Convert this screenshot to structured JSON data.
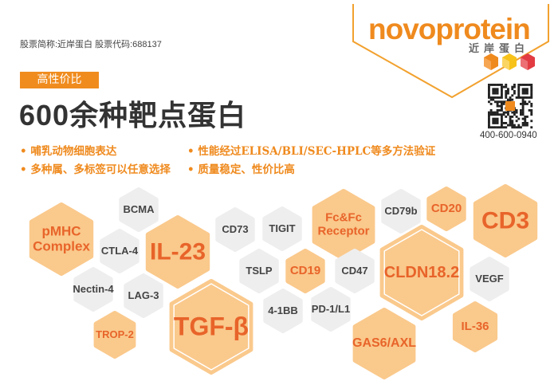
{
  "header": {
    "stock_info": "股票简称:近岸蛋白  股票代码:688137",
    "logo": {
      "name": "novoprotein",
      "name_cn": "近岸蛋白"
    },
    "phone": "400-600-0940"
  },
  "promo": {
    "tag": "高性价比",
    "title": "600余种靶点蛋白",
    "bullets": [
      "哺乳动物细胞表达",
      "性能经过ELISA/BLI/SEC-HPLC等多方法验证",
      "多种属、多标签可以任意选择",
      "质量稳定、性价比高"
    ]
  },
  "colors": {
    "brand_orange": "#ef8a1e",
    "hex_orange_fill": "#fac98c",
    "hex_orange_text": "#e8642a",
    "hex_gray_fill": "#eeeeee",
    "hex_gray_text": "#444444",
    "cube_colors": [
      "#ef8a1e",
      "#f7c21a",
      "#e23b42"
    ]
  },
  "targets": [
    {
      "label": "pMHC\nComplex",
      "style": "orange"
    },
    {
      "label": "BCMA",
      "style": "gray"
    },
    {
      "label": "CTLA-4",
      "style": "gray"
    },
    {
      "label": "IL-23",
      "style": "orange"
    },
    {
      "label": "Nectin-4",
      "style": "gray"
    },
    {
      "label": "LAG-3",
      "style": "gray"
    },
    {
      "label": "TROP-2",
      "style": "orange"
    },
    {
      "label": "TGF-β",
      "style": "orange-ring"
    },
    {
      "label": "CD73",
      "style": "gray"
    },
    {
      "label": "TIGIT",
      "style": "gray"
    },
    {
      "label": "TSLP",
      "style": "gray"
    },
    {
      "label": "CD19",
      "style": "orange"
    },
    {
      "label": "4-1BB",
      "style": "gray"
    },
    {
      "label": "PD-1/L1",
      "style": "gray"
    },
    {
      "label": "Fc&Fc\nReceptor",
      "style": "orange"
    },
    {
      "label": "CD47",
      "style": "gray"
    },
    {
      "label": "CD79b",
      "style": "gray"
    },
    {
      "label": "CD20",
      "style": "orange"
    },
    {
      "label": "CD3",
      "style": "orange"
    },
    {
      "label": "CLDN18.2",
      "style": "orange-ring"
    },
    {
      "label": "VEGF",
      "style": "gray"
    },
    {
      "label": "IL-36",
      "style": "orange"
    },
    {
      "label": "GAS6/AXL",
      "style": "orange"
    }
  ]
}
